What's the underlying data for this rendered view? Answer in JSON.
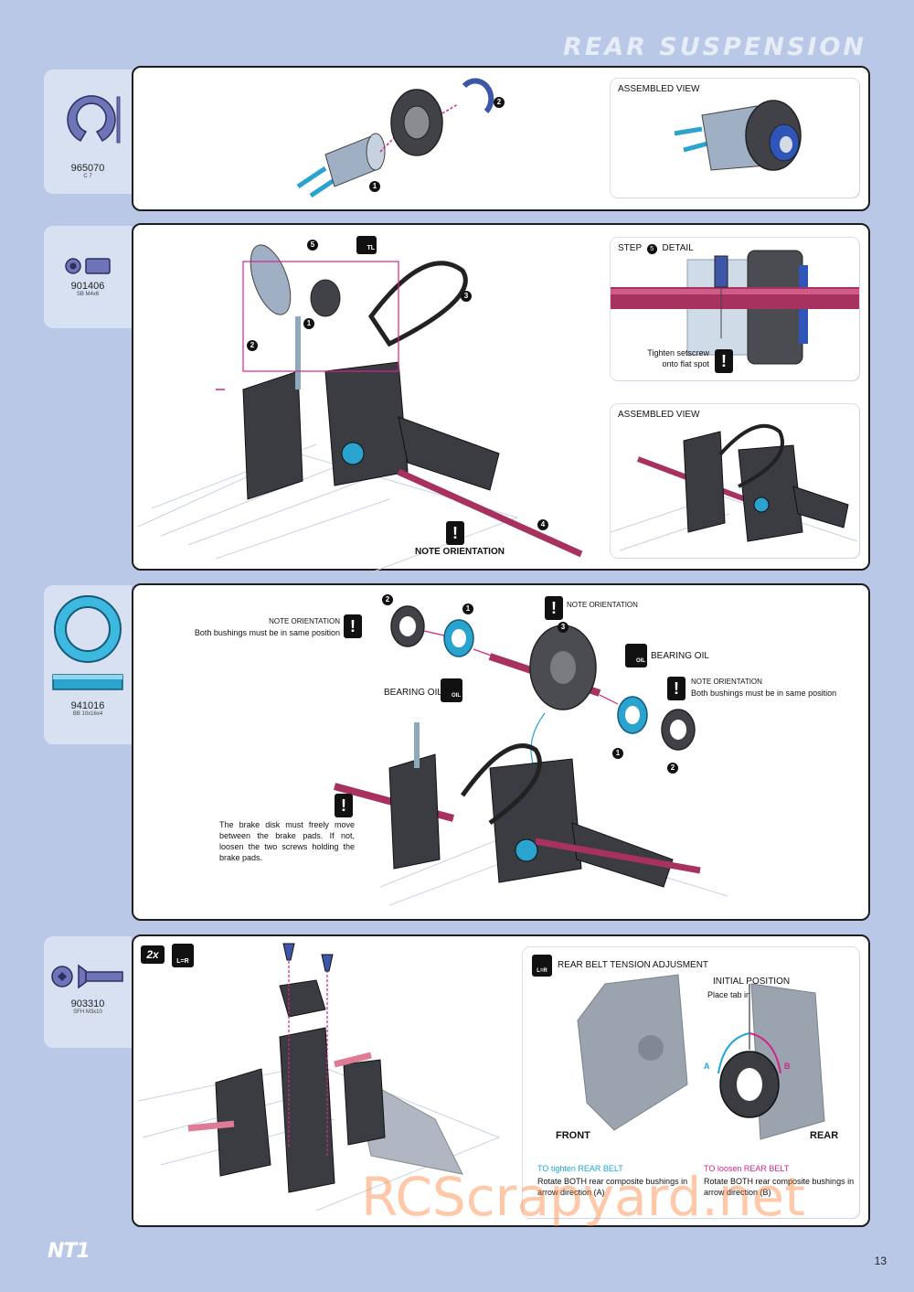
{
  "header": {
    "title": "REAR SUSPENSION"
  },
  "parts": [
    {
      "number": "965070",
      "desc": "C 7",
      "icon": "e-clip-icon"
    },
    {
      "number": "901406",
      "desc": "SB M4x6",
      "icon": "setscrew-icon"
    },
    {
      "number": "941016",
      "desc": "BB 10x16x4",
      "icon": "ball-bearing-icon"
    },
    {
      "number": "903310",
      "desc": "SFH M3x10",
      "icon": "flat-head-screw-icon"
    }
  ],
  "step1": {
    "assembled_title": "ASSEMBLED VIEW",
    "callouts": [
      "1",
      "2"
    ]
  },
  "step2": {
    "detail_title_a": "STEP",
    "detail_title_num": "5",
    "detail_title_b": "DETAIL",
    "detail_note": "Tighten setscrew onto flat spot",
    "assembled_title": "ASSEMBLED VIEW",
    "note_orientation": "NOTE ORIENTATION",
    "threadlock_label": "TL",
    "callouts": [
      "1",
      "2",
      "3",
      "4",
      "5"
    ]
  },
  "step3": {
    "note_left_title": "NOTE ORIENTATION",
    "note_left_text": "Both bushings must be in same position",
    "note_top": "NOTE ORIENTATION",
    "bearing_oil_left": "BEARING OIL",
    "bearing_oil_right": "BEARING OIL",
    "oil_label": "OIL",
    "note_right_title": "NOTE ORIENTATION",
    "note_right_text": "Both bushings must be in same position",
    "brake_note": "The brake disk must freely move between the brake pads. If not, loosen the two screws holding the brake pads.",
    "callouts": [
      "1",
      "2",
      "3"
    ]
  },
  "step4": {
    "count_badge": "2x",
    "lr_label": "L=R",
    "inset_title": "REAR BELT TENSION ADJUSMENT",
    "initial_title": "INITIAL POSITION",
    "initial_text": "Place tab in this notch",
    "front_label": "FRONT",
    "rear_label": "REAR",
    "arrow_a": "A",
    "arrow_b": "B",
    "tighten_title": "TO tighten REAR BELT",
    "tighten_text": "Rotate BOTH rear composite bushings in arrow direction (A)",
    "loosen_title": "TO loosen REAR BELT",
    "loosen_text": "Rotate BOTH rear composite bushings in arrow direction (B)"
  },
  "footer": {
    "logo": "NT1",
    "page": "13",
    "watermark": "RCScrapyard.net"
  },
  "colors": {
    "page_bg": "#b8c8e6",
    "tab_bg": "#d8e1f1",
    "accent_cyan": "#1aa9d6",
    "accent_magenta": "#d1258c",
    "shaft": "#a8325f",
    "frame": "#1d1d1d"
  }
}
